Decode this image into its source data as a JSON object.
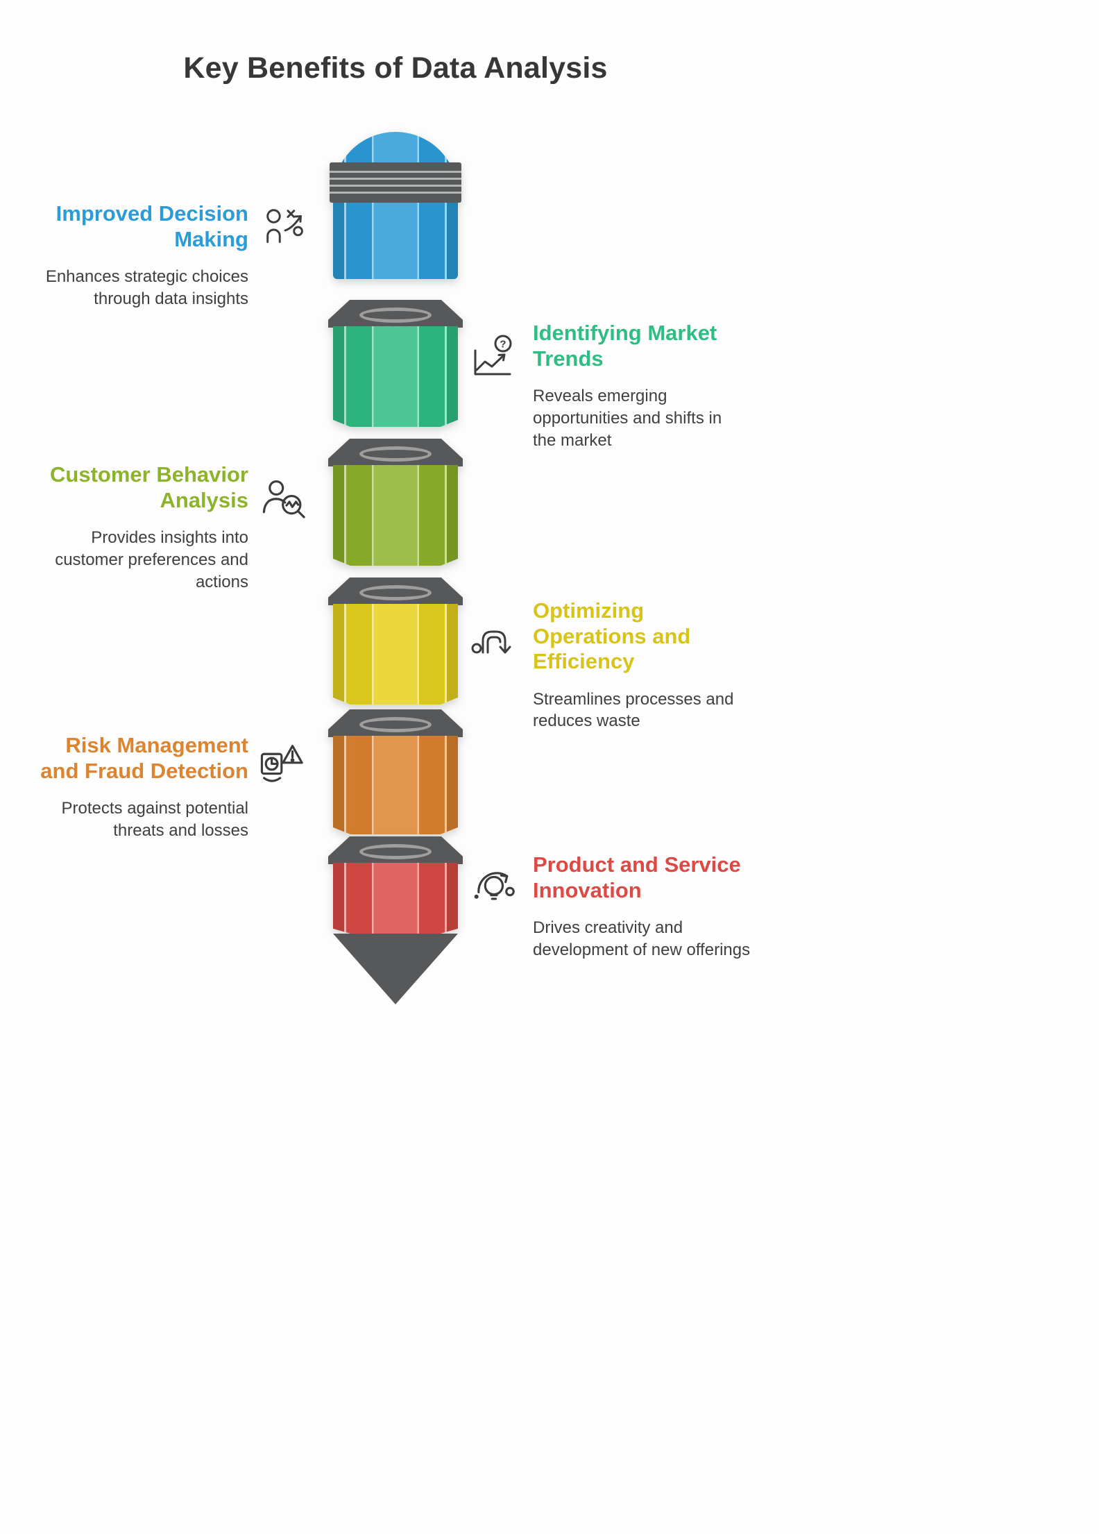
{
  "title": "Key Benefits of Data Analysis",
  "benefits": [
    {
      "title": "Improved Decision Making",
      "description": "Enhances strategic choices through data insights",
      "color": "#2B9CD8",
      "icon": "person-decision-icon"
    },
    {
      "title": "Identifying Market Trends",
      "description": "Reveals emerging opportunities and shifts in the market",
      "color": "#2FBD84",
      "icon": "trend-question-icon"
    },
    {
      "title": "Customer Behavior Analysis",
      "description": "Provides insights into customer preferences and actions",
      "color": "#8DB32A",
      "icon": "customer-magnifier-icon"
    },
    {
      "title": "Optimizing Operations and Efficiency",
      "description": "Streamlines processes and reduces waste",
      "color": "#D8C318",
      "icon": "pipeline-arrow-icon"
    },
    {
      "title": "Risk Management and Fraud Detection",
      "description": "Protects against potential threats and losses",
      "color": "#DD8430",
      "icon": "fraud-alert-icon"
    },
    {
      "title": "Product and Service Innovation",
      "description": "Drives creativity and development of new offerings",
      "color": "#DB4A45",
      "icon": "innovation-bulb-icon"
    }
  ],
  "pencil": {
    "eraser_color": "#2B9CD8",
    "ferrule_color": "#57585A",
    "cap_color": "#57585A",
    "tip_color": "#57585A",
    "segment_colors": [
      "#2FBD84",
      "#8DB32A",
      "#E6D21E",
      "#DD8430",
      "#DB4A45"
    ],
    "icon_stroke": "#3C3C3C"
  }
}
